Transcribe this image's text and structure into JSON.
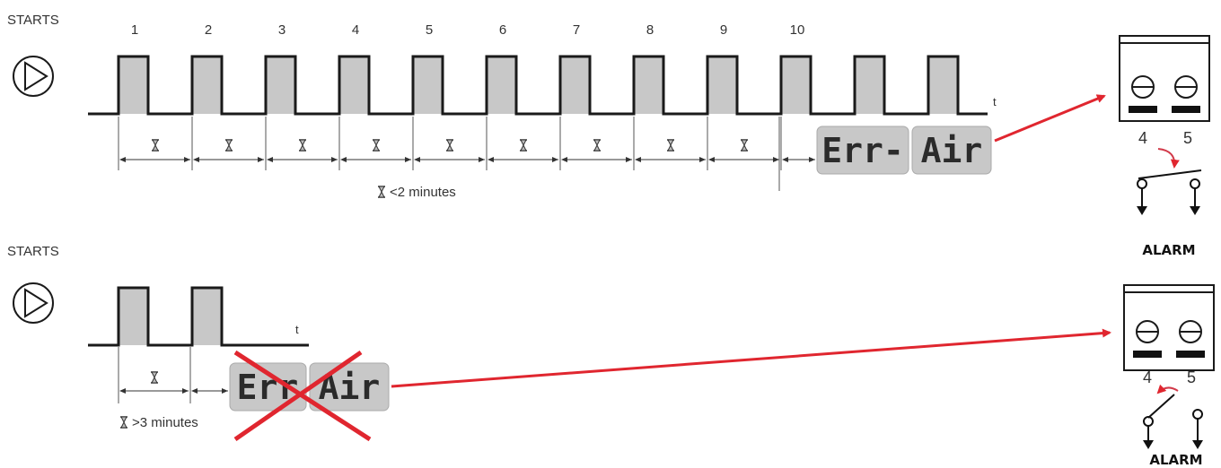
{
  "top": {
    "starts_label": "STARTS",
    "pulse_numbers": [
      "1",
      "2",
      "3",
      "4",
      "5",
      "6",
      "7",
      "8",
      "9",
      "10"
    ],
    "time_label": "t",
    "interval_label": "<2 minutes",
    "display": {
      "part1": "Err-",
      "part2": "Air"
    }
  },
  "bottom": {
    "starts_label": "STARTS",
    "time_label": "t",
    "interval_label": ">3 minutes",
    "display": {
      "part1": "Err",
      "part2": "Air",
      "cancelled": true
    }
  },
  "terminal_top": {
    "pins": [
      "4",
      "5"
    ],
    "alarm_label": "ALARM",
    "contact_state": "closed"
  },
  "terminal_bottom": {
    "pins": [
      "4",
      "5"
    ],
    "alarm_label": "ALARM",
    "contact_state": "open"
  },
  "colors": {
    "pulse_fill": "#c8c8c8",
    "line": "#1a1a1a",
    "arrow": "#e0262f",
    "lcd_bg": "#c8c8c8"
  },
  "icons": {
    "start": "play-circle-icon",
    "timer": "hourglass-icon"
  }
}
